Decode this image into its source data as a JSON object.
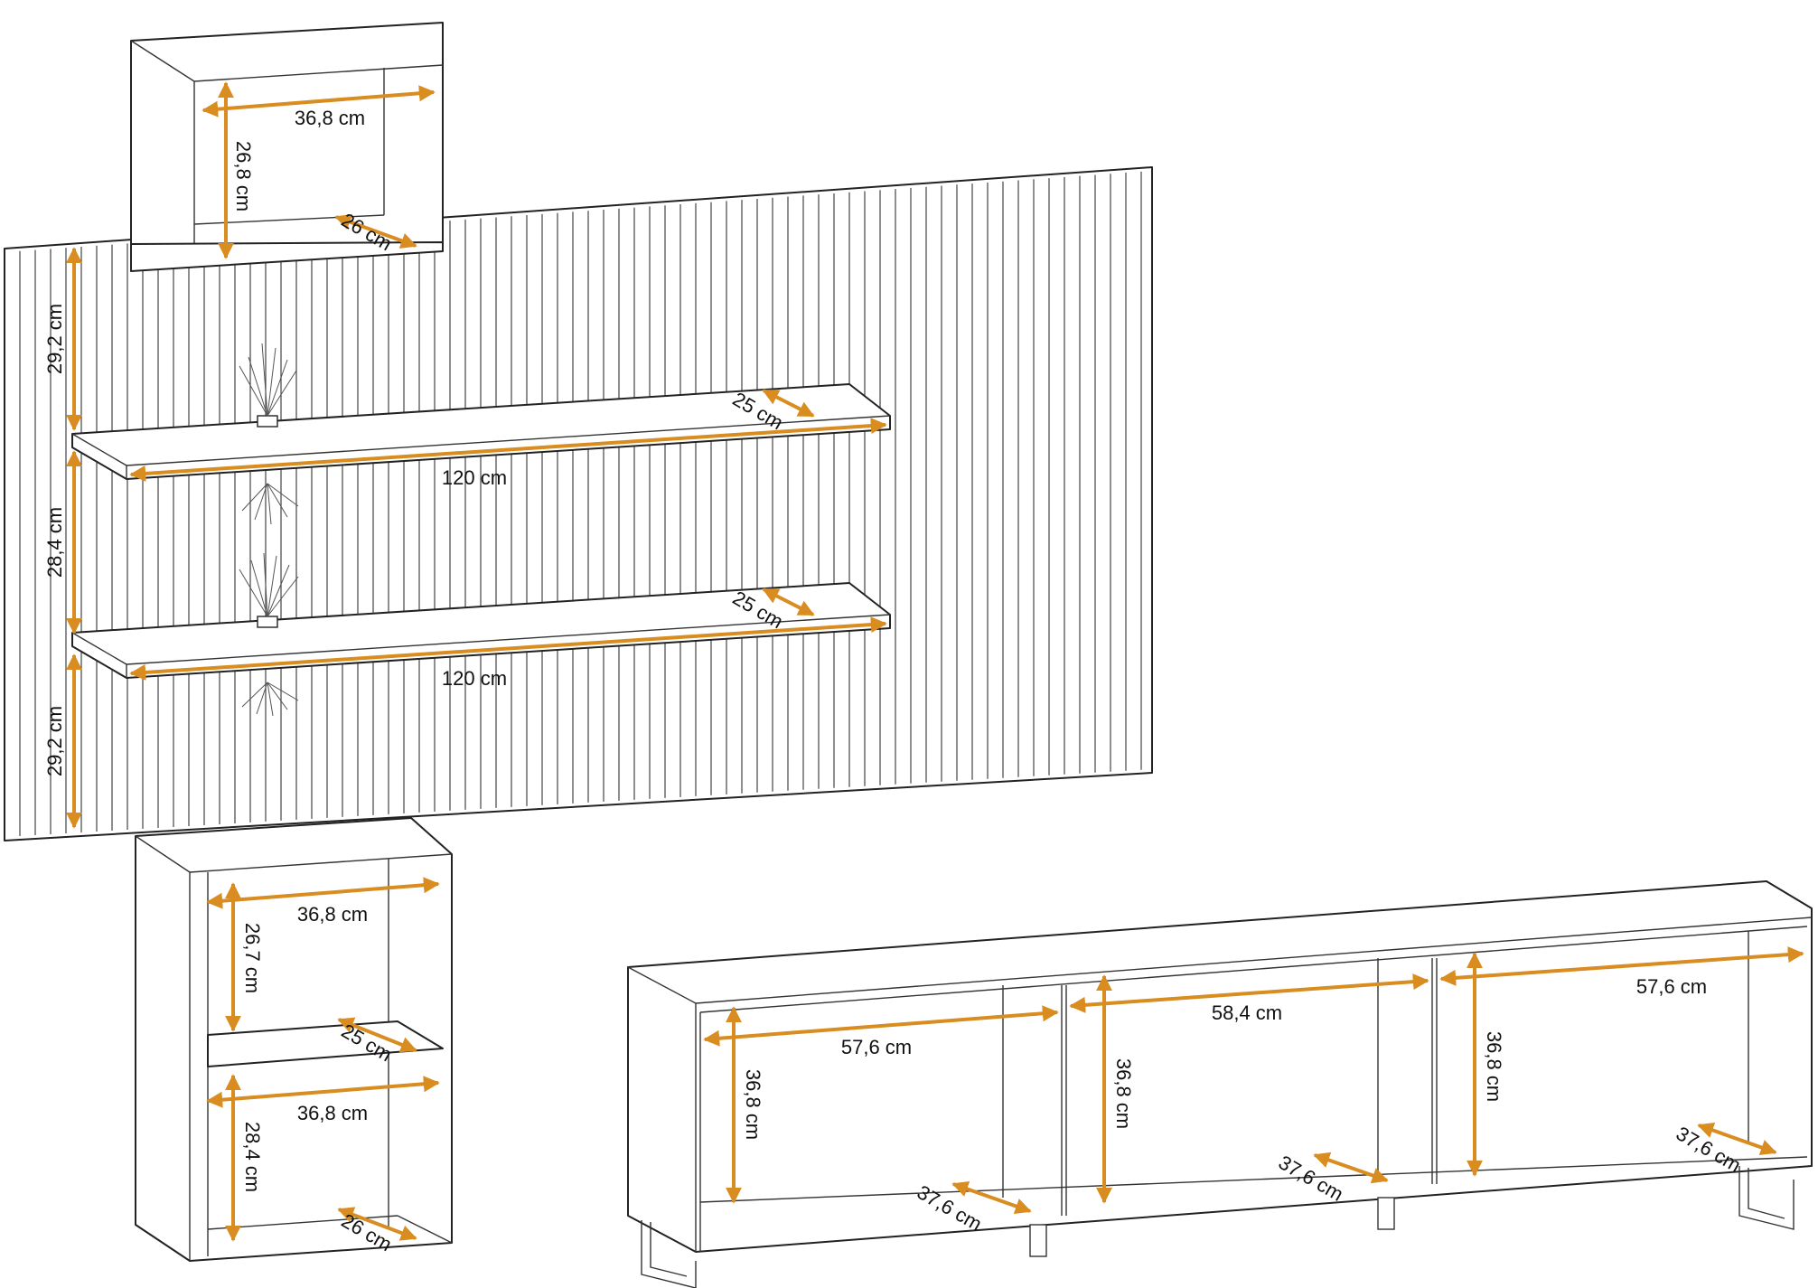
{
  "diagram": {
    "accent_color": "#d98c1f",
    "line_color": "#222222",
    "components": [
      {
        "name": "wall-cabinet-top",
        "labels": [
          "36,8 cm",
          "26,8 cm",
          "26 cm"
        ]
      },
      {
        "name": "slatted-wall-panel",
        "labels": [
          "29,2 cm",
          "28,4 cm",
          "29,2 cm"
        ]
      },
      {
        "name": "wall-shelf-upper",
        "labels": [
          "25 cm",
          "120 cm"
        ]
      },
      {
        "name": "wall-shelf-lower",
        "labels": [
          "25 cm",
          "120 cm"
        ]
      },
      {
        "name": "standing-cabinet",
        "labels": [
          "36,8 cm",
          "26,7 cm",
          "25 cm",
          "36,8 cm",
          "28,4 cm",
          "26 cm"
        ]
      },
      {
        "name": "tv-stand",
        "labels": [
          "57,6 cm",
          "36,8 cm",
          "37,6 cm",
          "58,4 cm",
          "36,8 cm",
          "37,6 cm",
          "57,6 cm",
          "36,8 cm",
          "37,6 cm"
        ]
      }
    ]
  }
}
